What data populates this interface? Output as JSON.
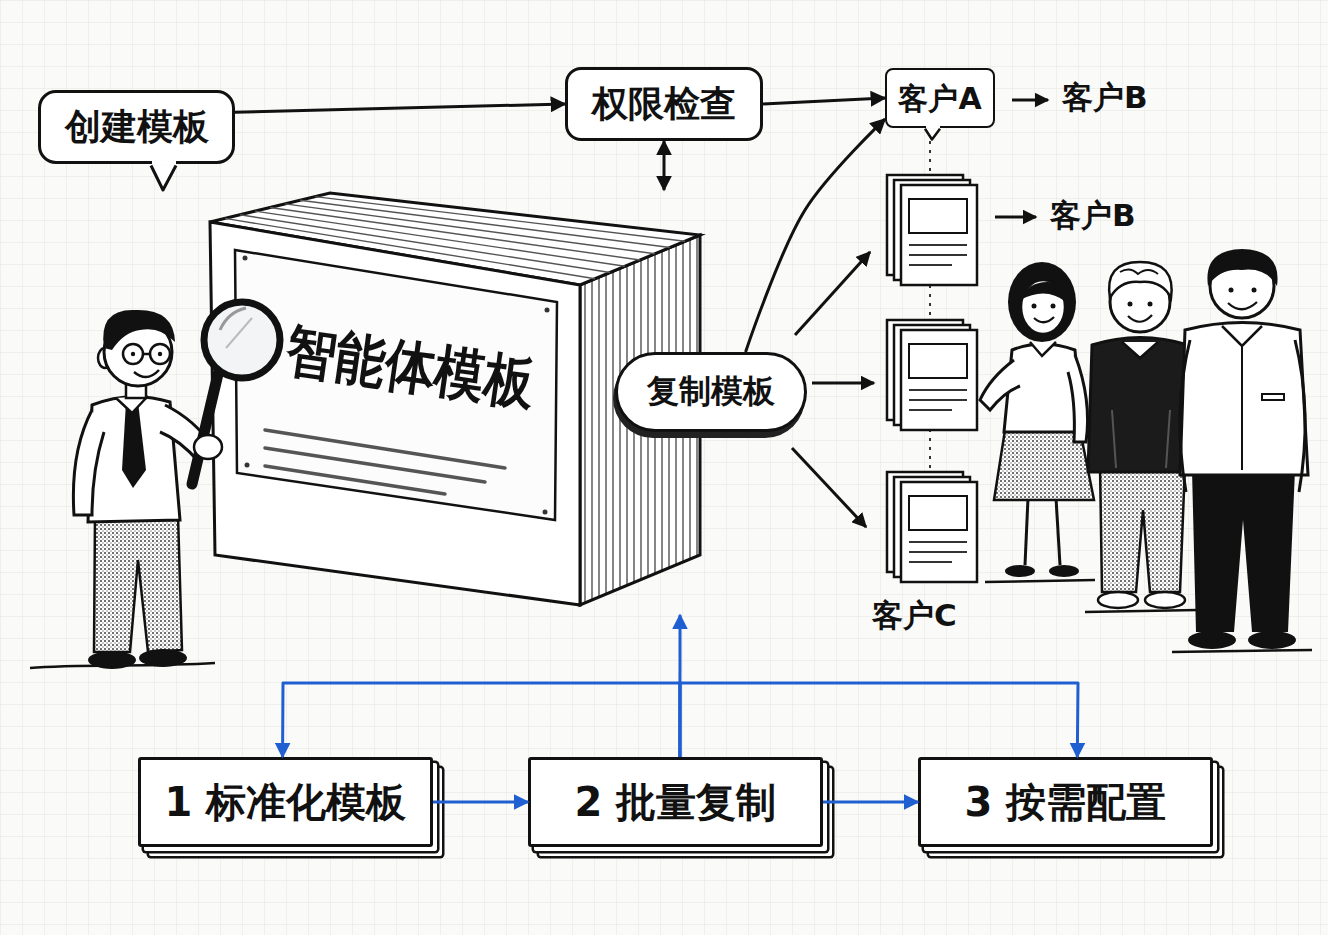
{
  "diagram": {
    "nodes": [
      {
        "text": [
          "创建模板"
        ]
      },
      {
        "text": [
          "权限检查"
        ]
      },
      {
        "text": [
          "客户A"
        ]
      },
      {
        "text": [
          "智能体模板"
        ]
      },
      {
        "text": [
          "复制模板"
        ]
      },
      {
        "text": [
          "1 标准化模板"
        ]
      },
      {
        "text": [
          "2 批量复制"
        ]
      },
      {
        "text": [
          "3 按需配置"
        ]
      }
    ],
    "edges": [
      {
        "from": 0,
        "to": 1,
        "arrow": "to"
      },
      {
        "from": 1,
        "to": 2,
        "arrow": "to"
      },
      {
        "from": 1,
        "to": 3,
        "arrow": "both"
      },
      {
        "from": 4,
        "to": 2,
        "arrow": "to"
      },
      {
        "from": 5,
        "to": 6,
        "arrow": "to"
      },
      {
        "from": 6,
        "to": 7,
        "arrow": "to"
      },
      {
        "from": 6,
        "to": 3,
        "arrow": "to"
      },
      {
        "from": 6,
        "to": 5,
        "arrow": "to"
      },
      {
        "from": 6,
        "to": 7,
        "arrow": "to"
      }
    ],
    "labels": [
      "客户B",
      "客户B",
      "客户C"
    ]
  }
}
